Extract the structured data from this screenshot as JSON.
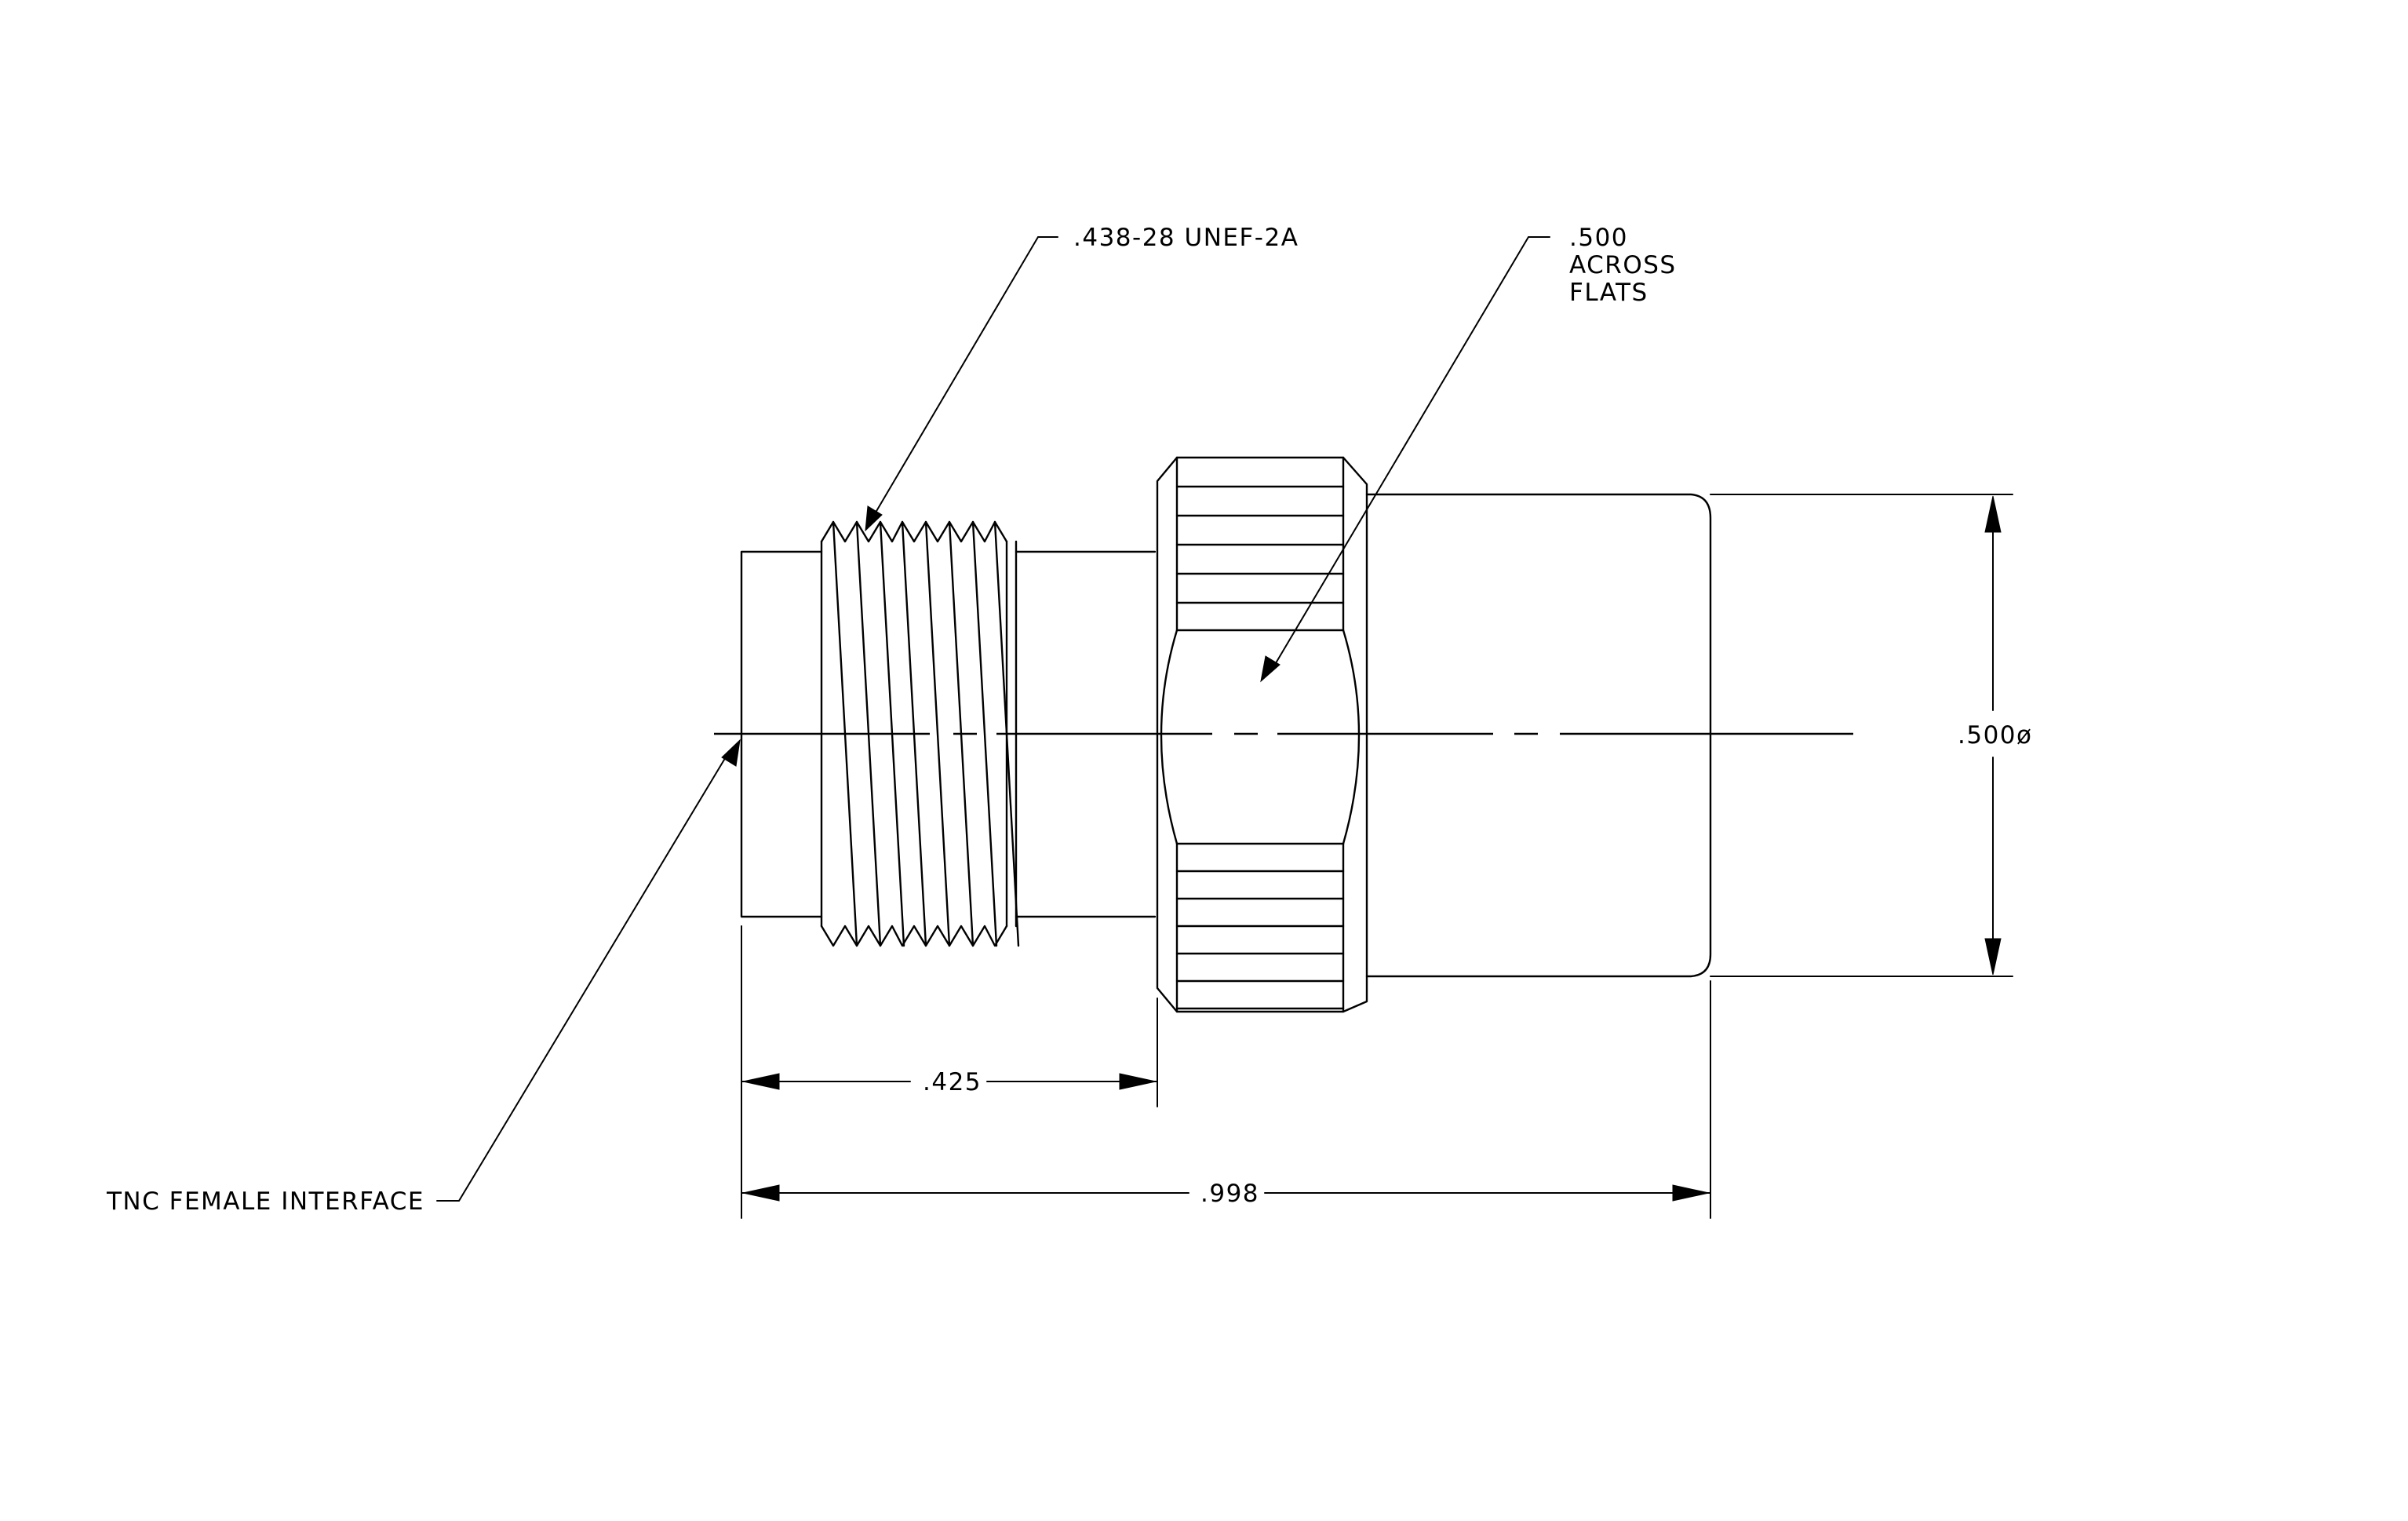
{
  "drawing": {
    "thread_callout": ".438-28 UNEF-2A",
    "flats_callout": [
      ".500",
      "ACROSS",
      "FLATS"
    ],
    "diameter_label": ".500ø",
    "interface_callout": "TNC FEMALE INTERFACE",
    "dim_short": ".425",
    "dim_overall": ".998",
    "colors": {
      "ink": "#000000",
      "paper": "#ffffff"
    }
  }
}
